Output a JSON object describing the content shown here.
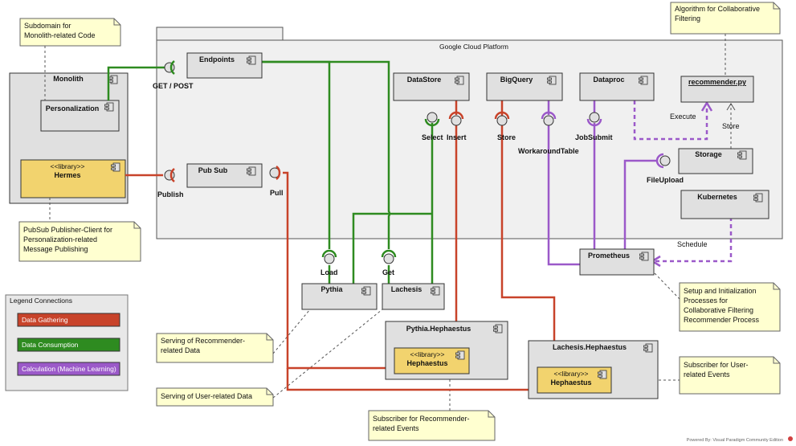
{
  "platform": {
    "title": "Google Cloud Platform"
  },
  "monolith": {
    "title": "Monolith",
    "personalization": "Personalization",
    "stereotype": "<<library>>",
    "hermes": "Hermes"
  },
  "components": {
    "endpoints": "Endpoints",
    "pubsub": "Pub Sub",
    "datastore": "DataStore",
    "bigquery": "BigQuery",
    "dataproc": "Dataproc",
    "recommender": "recommender.py",
    "storage": "Storage",
    "kubernetes": "Kubernetes",
    "prometheus": "Prometheus",
    "pythia": "Pythia",
    "lachesis": "Lachesis",
    "pythia_heph": "Pythia.Hephaestus",
    "lachesis_heph": "Lachesis.Hephaestus",
    "lib_stereotype": "<<library>>",
    "hephaestus": "Hephaestus"
  },
  "ports": {
    "get_post": "GET / POST",
    "publish": "Publish",
    "pull": "Pull",
    "select": "Select",
    "insert": "Insert",
    "store_ds": "Store",
    "workaround": "WorkaroundTable",
    "jobsubmit": "JobSubmit",
    "execute": "Execute",
    "store": "Store",
    "fileupload": "FileUpload",
    "schedule": "Schedule",
    "load": "Load",
    "get": "Get"
  },
  "notes": {
    "subdomain": [
      "Subdomain for",
      "Monolith-related Code"
    ],
    "algorithm": [
      "Algorithm for Collaborative",
      "Filtering"
    ],
    "pubsub_client": [
      "PubSub Publisher-Client for",
      "Personalization-related",
      "Message Publishing"
    ],
    "serving_rec": [
      "Serving of Recommender-",
      "related Data"
    ],
    "serving_user": [
      "Serving of User-related Data"
    ],
    "setup": [
      "Setup and Initialization",
      "Processes for",
      "Collaborative Filtering",
      "Recommender Process"
    ],
    "subscriber_user": [
      "Subscriber for User-",
      "related Events"
    ],
    "subscriber_rec": [
      "Subscriber for Recommender-",
      "related Events"
    ]
  },
  "legend": {
    "title": "Legend Connections",
    "items": [
      {
        "label": "Data Gathering",
        "color": "#c8432a"
      },
      {
        "label": "Data Consumption",
        "color": "#2e8b20"
      },
      {
        "label": "Calculation (Machine Learning)",
        "color": "#9b59c9"
      }
    ]
  },
  "footer": {
    "powered_by": "Powered By: Visual Paradigm Community Edition"
  },
  "colors": {
    "gathering": "#c8432a",
    "consumption": "#2e8b20",
    "calculation": "#9b59c9",
    "component": "#e0e0e0",
    "library": "#f2d36e",
    "note": "#ffffd0"
  }
}
